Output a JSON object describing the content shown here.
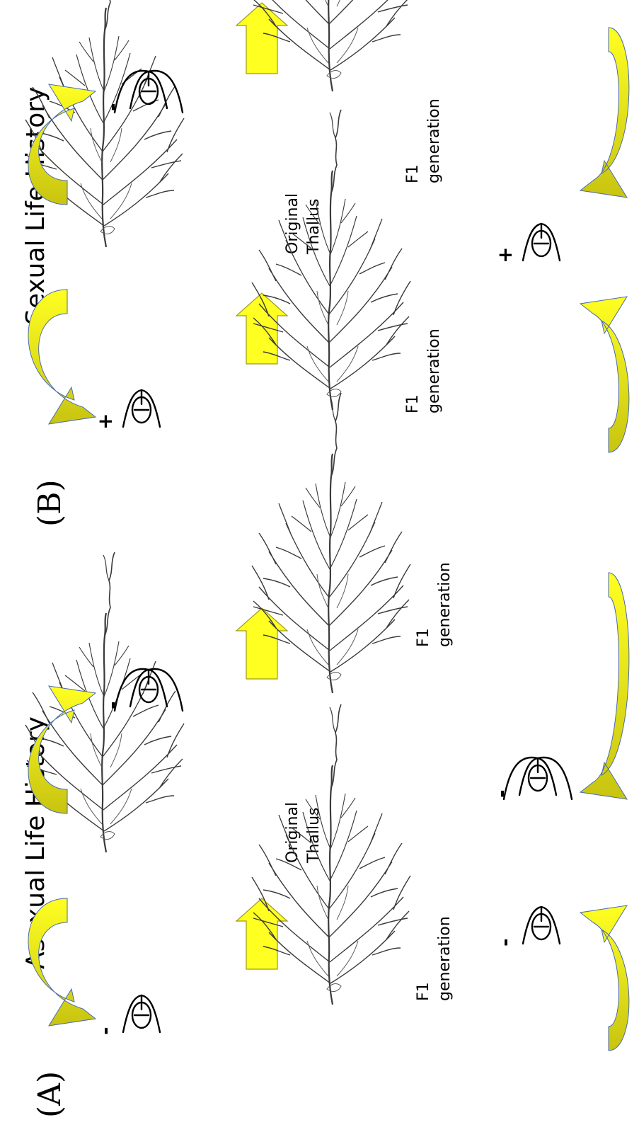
{
  "panels": [
    {
      "letter": "(A)",
      "title": "Asexual Life History",
      "original_label": [
        "Original",
        "Thallus"
      ],
      "f1_left_label": [
        "F1",
        "generation"
      ],
      "f1_right_label": [
        "F1",
        "generation"
      ],
      "spore_signs": [
        "-",
        "-",
        "-",
        "-"
      ]
    },
    {
      "letter": "(B)",
      "title": "Sexual Life History",
      "original_label": [
        "Original",
        "Thallus"
      ],
      "f1_left_label": [
        "F1",
        "generation"
      ],
      "f1_right_label": [
        "F1",
        "generation"
      ],
      "spore_signs": [
        "+",
        "-",
        "+"
      ]
    }
  ],
  "colors": {
    "arrow_light": "#ffff22",
    "arrow_dark": "#c8c411",
    "arrow_stroke": "#4a6bb0",
    "thallus": "#3a3a3a"
  },
  "icons": [
    "thallus-icon",
    "spore-icon",
    "curved-arrow-icon",
    "straight-arrow-icon"
  ]
}
